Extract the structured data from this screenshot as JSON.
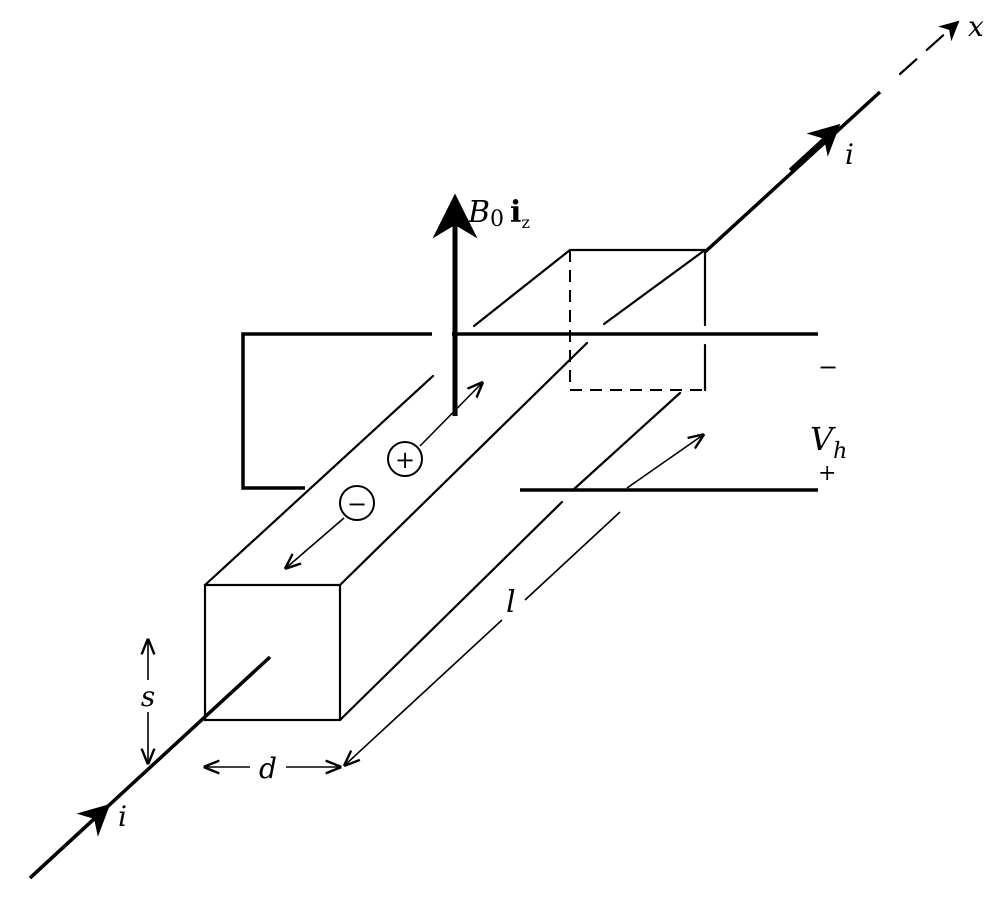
{
  "labels": {
    "axis_x": "x",
    "current_top": "i",
    "current_bottom": "i",
    "field": "B",
    "field_sub": "0",
    "field_unit": "i",
    "field_unit_sub": "z",
    "plus_charge": "+",
    "minus_charge": "−",
    "voltage": "V",
    "voltage_sub": "h",
    "voltage_minus": "−",
    "voltage_plus": "+",
    "length": "l",
    "thickness": "s",
    "width": "d"
  }
}
